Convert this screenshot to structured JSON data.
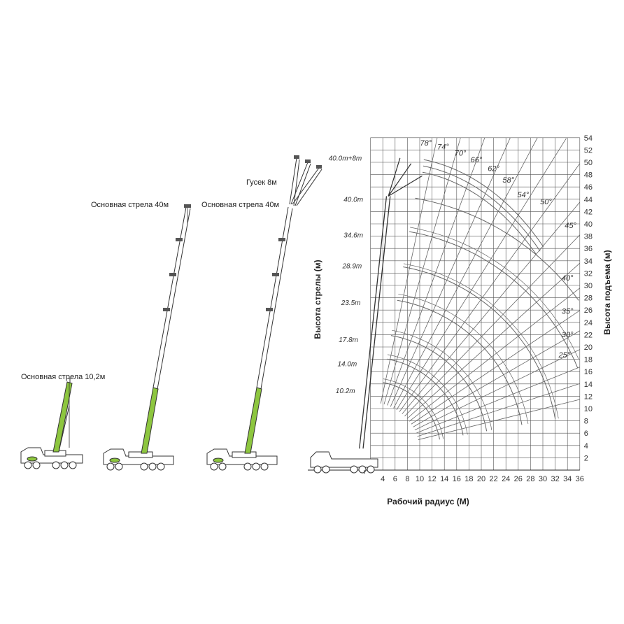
{
  "colors": {
    "boom_green": "#8dc63f",
    "line": "#333333",
    "grid": "#555555",
    "arc": "#666666"
  },
  "left_cranes": {
    "crane1_label": "Основная стрела 10,2м",
    "crane2_label": "Основная стрела 40м",
    "crane3_label": "Основная стрела 40м",
    "jib_label": "Гусек 8м"
  },
  "chart_data": {
    "type": "line",
    "title": "",
    "xlabel": "Рабочий радиус (М)",
    "ylabel_left": "Высота стрелы (м)",
    "ylabel_right": "Высота подъема (м)",
    "x_ticks": [
      "4",
      "6",
      "8",
      "10",
      "12",
      "14",
      "16",
      "18",
      "20",
      "22",
      "24",
      "26",
      "28",
      "30",
      "32",
      "34",
      "36"
    ],
    "y_ticks": [
      "2",
      "4",
      "6",
      "8",
      "10",
      "12",
      "14",
      "16",
      "18",
      "20",
      "22",
      "24",
      "26",
      "28",
      "30",
      "32",
      "34",
      "36",
      "38",
      "40",
      "42",
      "44",
      "46",
      "48",
      "50",
      "52",
      "54"
    ],
    "xlim": [
      0,
      36
    ],
    "ylim": [
      0,
      54
    ],
    "boom_lengths": [
      "10.2m",
      "14.0m",
      "17.8m",
      "23.5m",
      "28.9m",
      "34.6m",
      "40.0m",
      "40.0m+8m"
    ],
    "main_boom_angles": [
      "25°",
      "30°",
      "35°",
      "40°",
      "45°",
      "50°"
    ],
    "jib_angles": [
      "54°",
      "58°",
      "62°",
      "66°",
      "70°",
      "74°",
      "78°"
    ]
  }
}
